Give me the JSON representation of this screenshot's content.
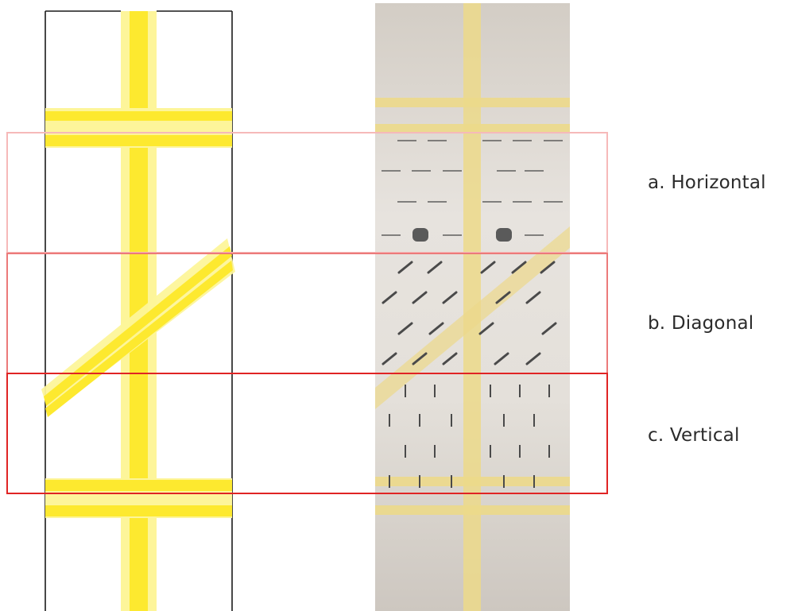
{
  "labels": {
    "horizontal": "a. Horizontal",
    "diagonal": "b. Diagonal",
    "vertical": "c. Vertical"
  },
  "colors": {
    "tape_bright": "#fde92f",
    "tape_pale": "#fdf59a",
    "outline": "#1a1a1a",
    "band_a": "#f6b9b9",
    "band_b": "#ec7a7a",
    "band_c": "#e02424",
    "photo_wall": "#dad4cc",
    "photo_tape": "#ecd98a"
  }
}
